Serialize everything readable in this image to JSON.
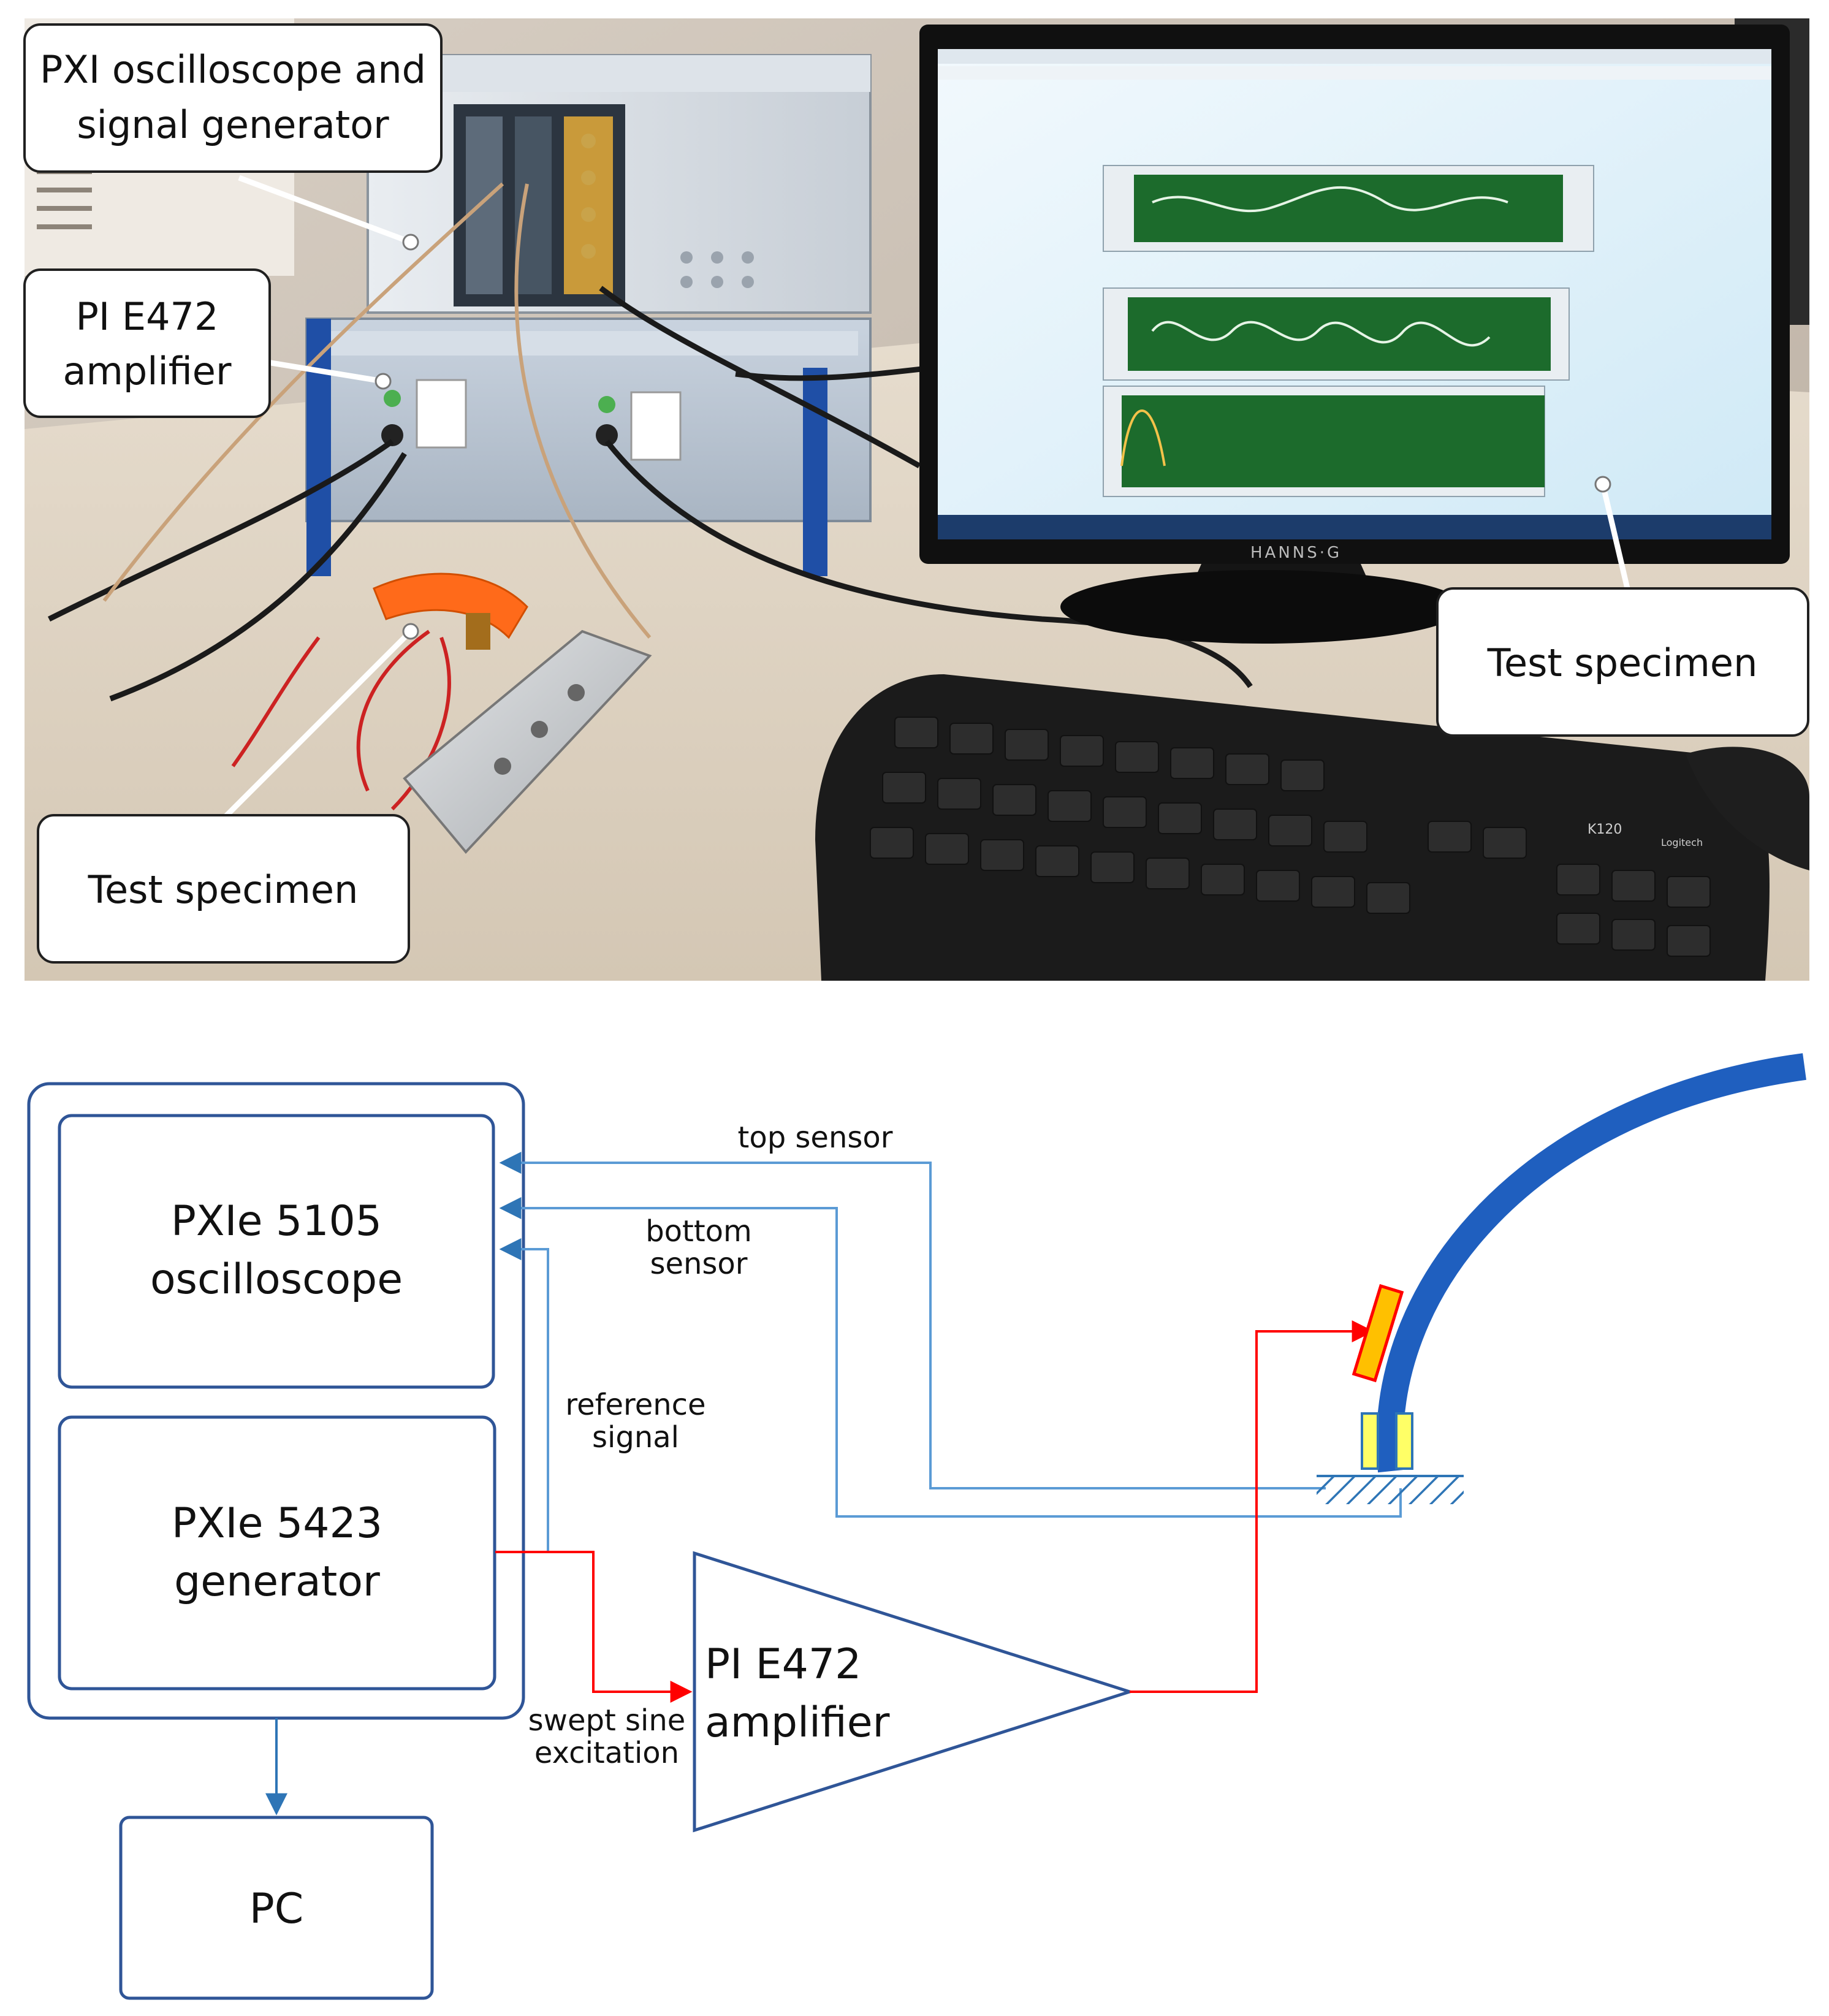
{
  "photo": {
    "callouts": [
      {
        "id": "pxi",
        "lines": [
          "PXI oscilloscope and",
          "signal generator"
        ]
      },
      {
        "id": "amp",
        "lines": [
          "PI E472",
          "amplifier"
        ]
      },
      {
        "id": "specimen-left",
        "lines": [
          "Test specimen"
        ]
      },
      {
        "id": "specimen-right",
        "lines": [
          "Test specimen"
        ]
      }
    ],
    "monitor_brand": "HANNS·G",
    "keyboard_model": "K120",
    "keyboard_brand": "Logitech"
  },
  "diagram": {
    "oscilloscope_lines": [
      "PXIe 5105",
      "oscilloscope"
    ],
    "generator_lines": [
      "PXIe 5423",
      "generator"
    ],
    "amplifier_lines": [
      "PI E472",
      "amplifier"
    ],
    "pc_label": "PC",
    "signals": {
      "top_sensor": [
        "top sensor"
      ],
      "bottom_sensor": [
        "bottom",
        "sensor"
      ],
      "reference_signal": [
        "reference",
        "signal"
      ],
      "swept_sine": [
        "swept sine",
        "excitation"
      ]
    },
    "colors": {
      "box_outline": "#2f5597",
      "sensor_wire": "#5b9bd5",
      "excitation_wire": "#ff0000",
      "beam": "#1f5fbf",
      "actuator_patch": "#ffc000",
      "sensor_patch": "#ffff66"
    }
  }
}
